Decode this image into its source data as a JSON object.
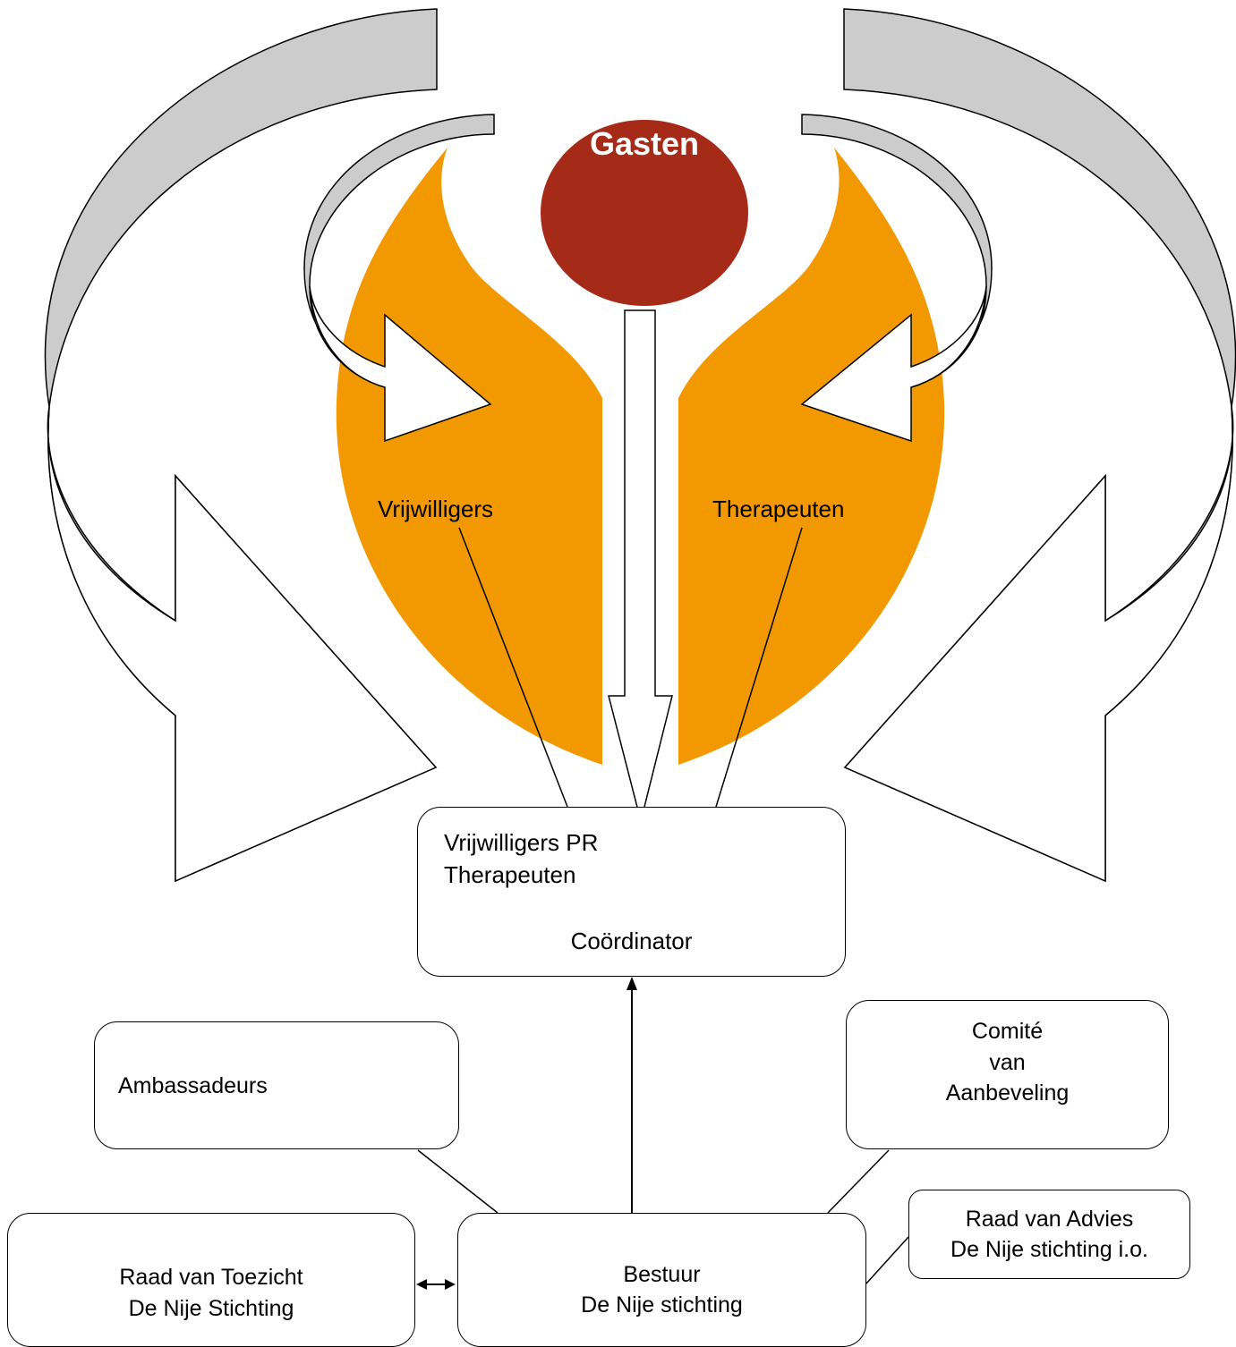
{
  "title": "Gasten",
  "labels": {
    "left_flame": "Vrijwilligers",
    "right_flame": "Therapeuten"
  },
  "boxes": {
    "coordinator": {
      "line1": "Vrijwilligers  PR",
      "line2": "Therapeuten",
      "line3": "Coördinator"
    },
    "ambassadeurs": "Ambassadeurs",
    "comite": {
      "line1": "Comité",
      "line2": "van",
      "line3": "Aanbeveling"
    },
    "raad_advies": {
      "line1": "Raad van Advies",
      "line2": "De Nije stichting i.o."
    },
    "raad_toezicht": {
      "line1": "Raad van Toezicht",
      "line2": "De Nije Stichting"
    },
    "bestuur": {
      "line1": "Bestuur",
      "line2": "De Nije stichting"
    }
  },
  "colors": {
    "flame": "#f29800",
    "gasten": "#a52a17",
    "arrow_gray": "#cccccc",
    "line": "#000000"
  }
}
